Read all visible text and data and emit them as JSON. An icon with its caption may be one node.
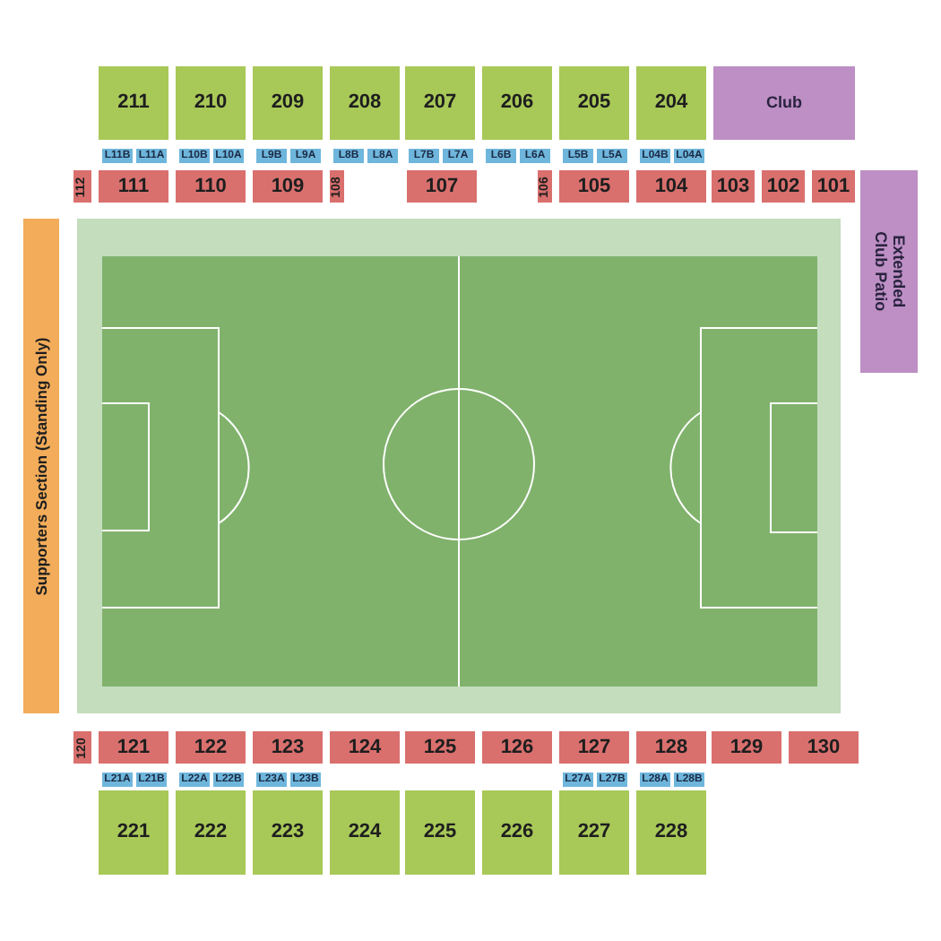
{
  "diagram": {
    "nodes": [
      {
        "text": [
          "211"
        ]
      },
      {
        "text": [
          "210"
        ]
      },
      {
        "text": [
          "209"
        ]
      },
      {
        "text": [
          "208"
        ]
      },
      {
        "text": [
          "207"
        ]
      },
      {
        "text": [
          "206"
        ]
      },
      {
        "text": [
          "205"
        ]
      },
      {
        "text": [
          "204"
        ]
      },
      {
        "text": [
          "Club"
        ]
      },
      {
        "text": [
          "L11B"
        ]
      },
      {
        "text": [
          "L11A"
        ]
      },
      {
        "text": [
          "L10B"
        ]
      },
      {
        "text": [
          "L10A"
        ]
      },
      {
        "text": [
          "L9B"
        ]
      },
      {
        "text": [
          "L9A"
        ]
      },
      {
        "text": [
          "L8B"
        ]
      },
      {
        "text": [
          "L8A"
        ]
      },
      {
        "text": [
          "L7B"
        ]
      },
      {
        "text": [
          "L7A"
        ]
      },
      {
        "text": [
          "L6B"
        ]
      },
      {
        "text": [
          "L6A"
        ]
      },
      {
        "text": [
          "L5B"
        ]
      },
      {
        "text": [
          "L5A"
        ]
      },
      {
        "text": [
          "L04B"
        ]
      },
      {
        "text": [
          "L04A"
        ]
      },
      {
        "text": [
          "112"
        ]
      },
      {
        "text": [
          "111"
        ]
      },
      {
        "text": [
          "110"
        ]
      },
      {
        "text": [
          "109"
        ]
      },
      {
        "text": [
          "108"
        ]
      },
      {
        "text": [
          "107"
        ]
      },
      {
        "text": [
          "106"
        ]
      },
      {
        "text": [
          "105"
        ]
      },
      {
        "text": [
          "104"
        ]
      },
      {
        "text": [
          "103"
        ]
      },
      {
        "text": [
          "102"
        ]
      },
      {
        "text": [
          "101"
        ]
      },
      {
        "text": [
          "Extended Club Patio"
        ]
      },
      {
        "text": [
          "Supporters Section (Standing Only)"
        ]
      },
      {
        "text": [
          "120"
        ]
      },
      {
        "text": [
          "121"
        ]
      },
      {
        "text": [
          "122"
        ]
      },
      {
        "text": [
          "123"
        ]
      },
      {
        "text": [
          "124"
        ]
      },
      {
        "text": [
          "125"
        ]
      },
      {
        "text": [
          "126"
        ]
      },
      {
        "text": [
          "127"
        ]
      },
      {
        "text": [
          "128"
        ]
      },
      {
        "text": [
          "129"
        ]
      },
      {
        "text": [
          "130"
        ]
      },
      {
        "text": [
          "L21A"
        ]
      },
      {
        "text": [
          "L21B"
        ]
      },
      {
        "text": [
          "L22A"
        ]
      },
      {
        "text": [
          "L22B"
        ]
      },
      {
        "text": [
          "L23A"
        ]
      },
      {
        "text": [
          "L23B"
        ]
      },
      {
        "text": [
          "L27A"
        ]
      },
      {
        "text": [
          "L27B"
        ]
      },
      {
        "text": [
          "L28A"
        ]
      },
      {
        "text": [
          "L28B"
        ]
      },
      {
        "text": [
          "221"
        ]
      },
      {
        "text": [
          "222"
        ]
      },
      {
        "text": [
          "223"
        ]
      },
      {
        "text": [
          "224"
        ]
      },
      {
        "text": [
          "225"
        ]
      },
      {
        "text": [
          "226"
        ]
      },
      {
        "text": [
          "227"
        ]
      },
      {
        "text": [
          "228"
        ]
      }
    ]
  }
}
